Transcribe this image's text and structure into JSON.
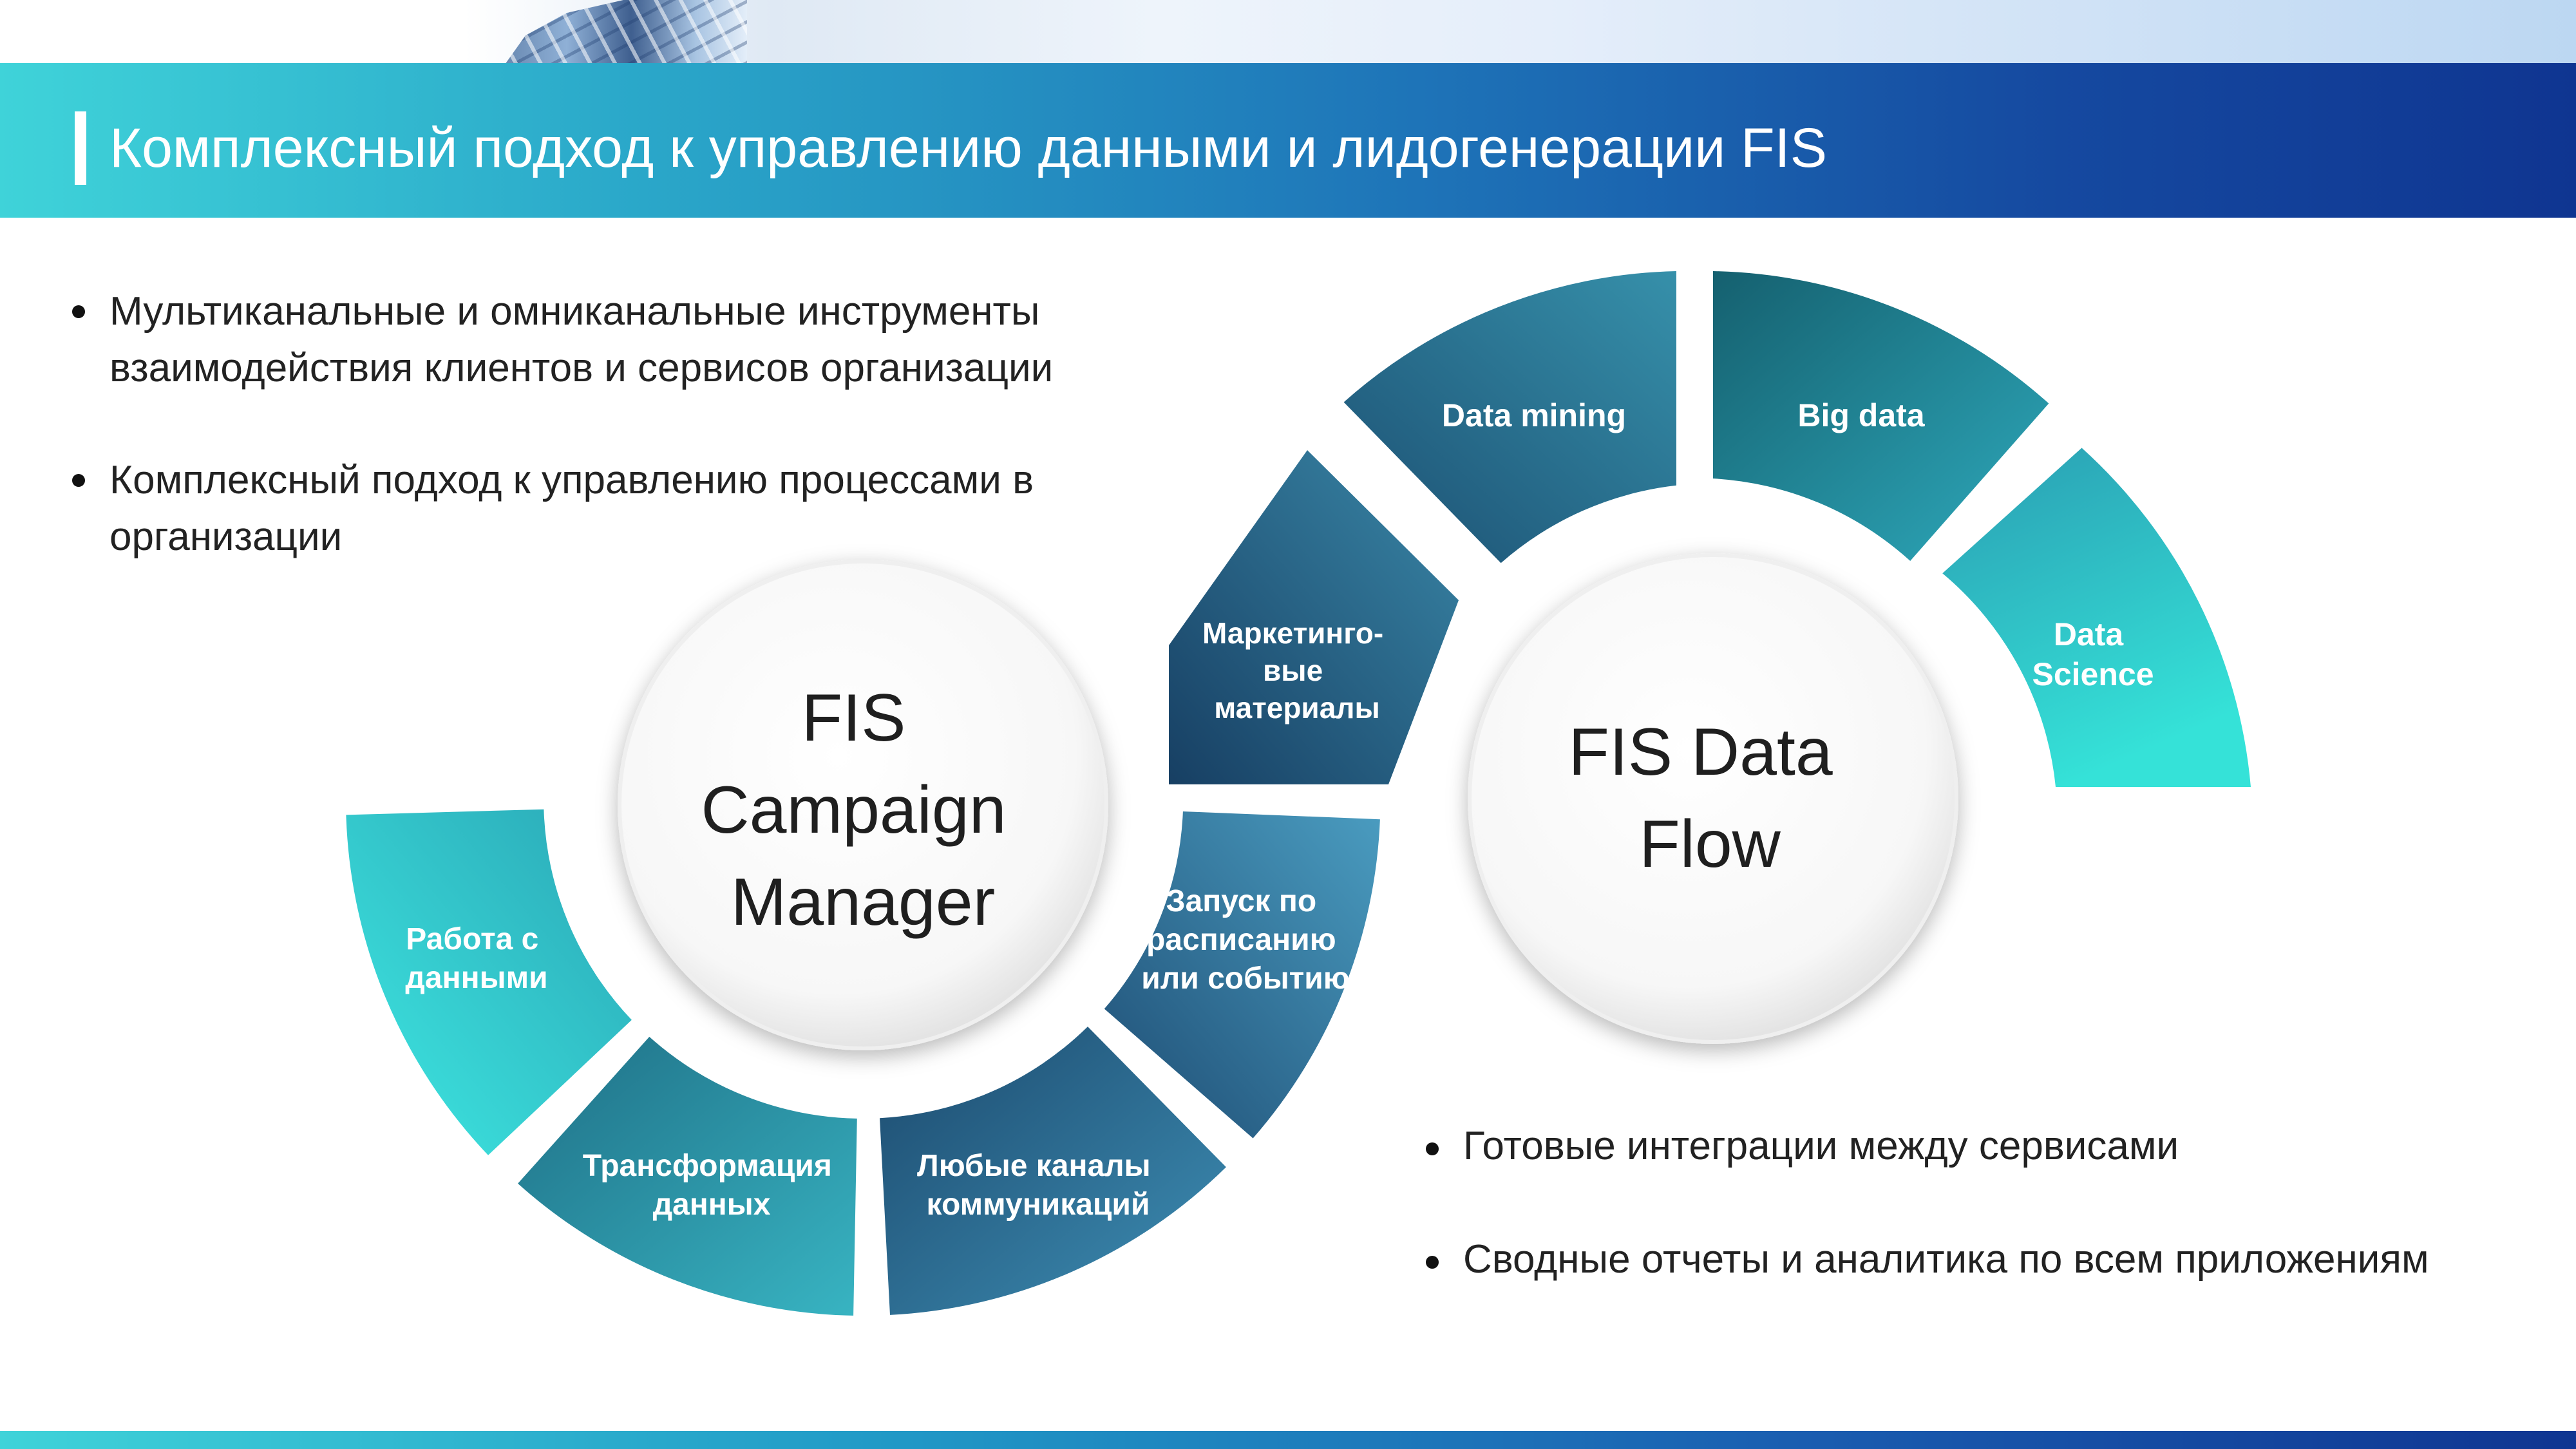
{
  "header": {
    "title": "Комплексный подход к управлению данными и лидогенерации FIS"
  },
  "left_bullets": [
    "Мультиканальные и омниканальные инструменты взаимодействия клиентов и сервисов организации",
    "Комплексный подход к управлению процессами в организации"
  ],
  "right_bullets": [
    "Готовые интеграции между сервисами",
    "Сводные отчеты и аналитика по всем приложениям"
  ],
  "campaign_manager": {
    "title_lines": [
      "FIS",
      "Campaign",
      "Manager"
    ],
    "segments": [
      {
        "lines": [
          "Работа с",
          "данными"
        ]
      },
      {
        "lines": [
          "Трансформация",
          "данных"
        ]
      },
      {
        "lines": [
          "Любые каналы",
          "коммуникаций"
        ]
      },
      {
        "lines": [
          "Запуск по",
          "расписанию",
          "или событию"
        ]
      },
      {
        "lines": [
          "Маркетинго-",
          "вые",
          "материалы"
        ]
      }
    ]
  },
  "data_flow": {
    "title_lines": [
      "FIS Data",
      "Flow"
    ],
    "segments": [
      {
        "lines": [
          "Data mining"
        ]
      },
      {
        "lines": [
          "Big data"
        ]
      },
      {
        "lines": [
          "Data",
          "Science"
        ]
      }
    ]
  },
  "colors": {
    "teal_light": "#3fe3de",
    "teal_mid": "#2a9bb0",
    "navy": "#1e4a72",
    "blue_mid": "#3a86ad",
    "header_start": "#3fd3d9",
    "header_end": "#0f3591"
  }
}
